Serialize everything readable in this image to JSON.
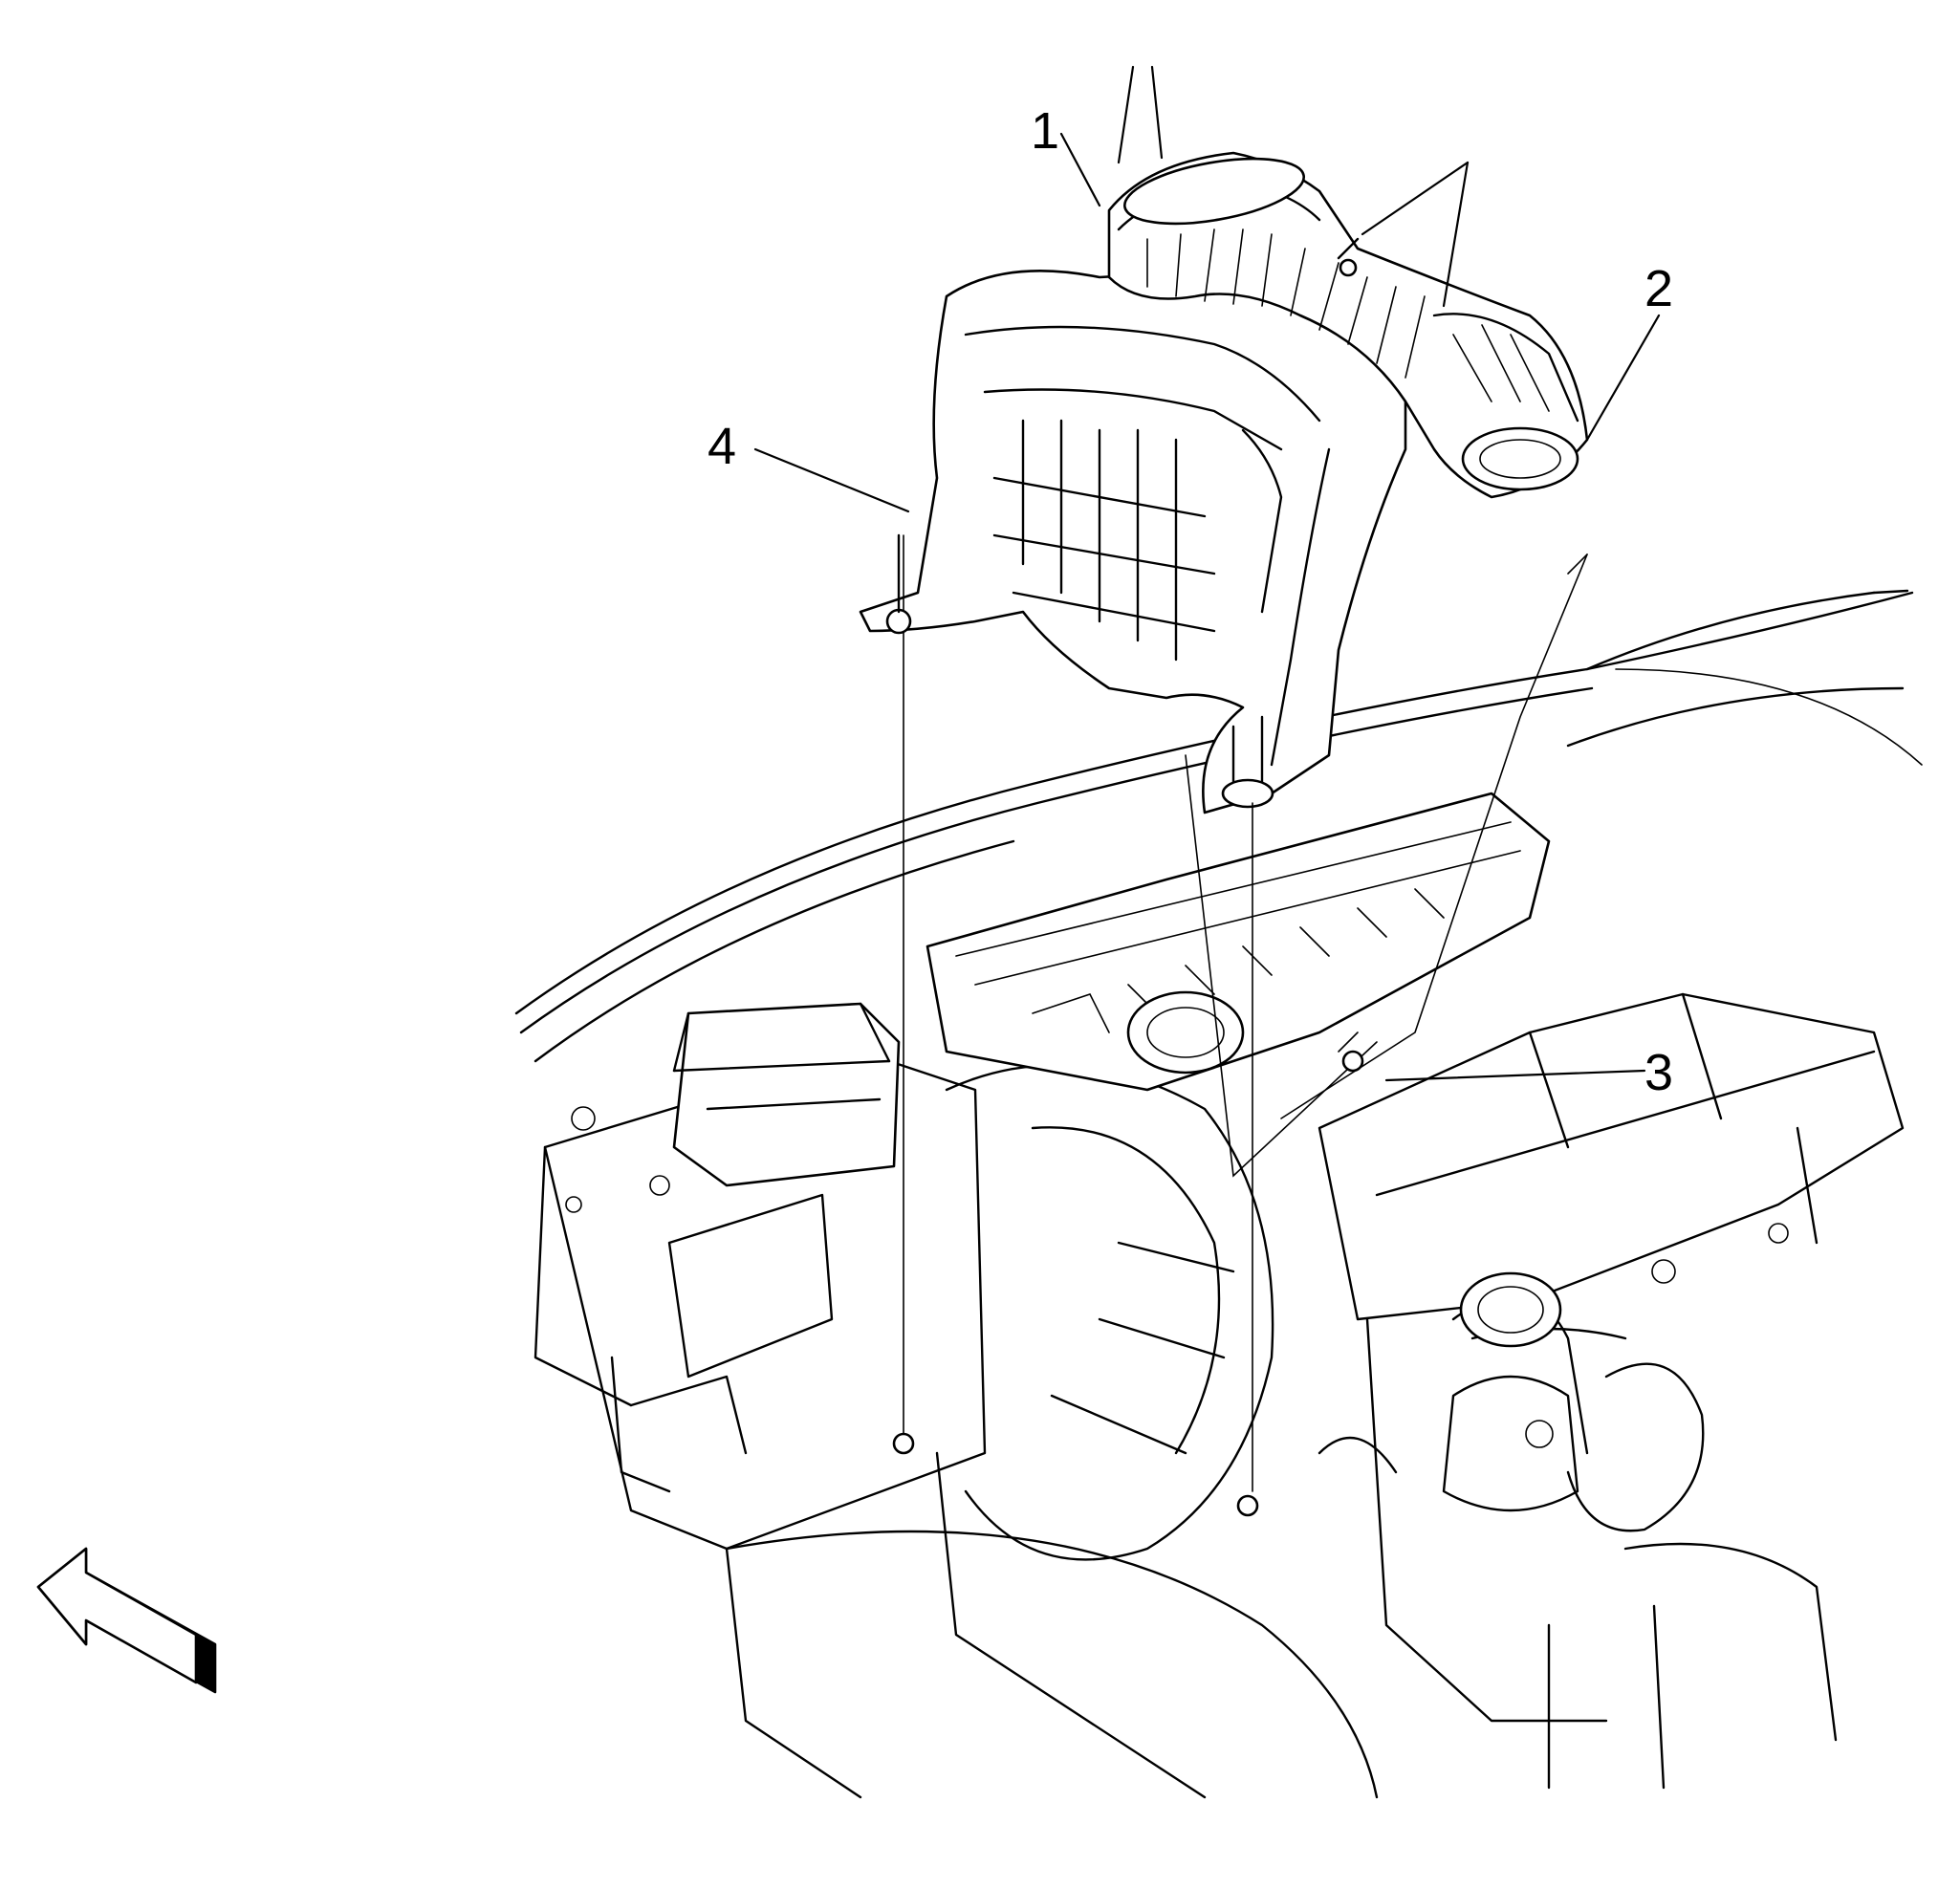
{
  "diagram": {
    "callouts": [
      {
        "id": "1",
        "label": "1"
      },
      {
        "id": "2",
        "label": "2"
      },
      {
        "id": "3",
        "label": "3"
      },
      {
        "id": "4",
        "label": "4"
      }
    ],
    "orientation_arrow": {
      "icon": "front-direction-arrow-icon"
    },
    "colors": {
      "ink": "#000000",
      "paper": "#ffffff"
    }
  }
}
